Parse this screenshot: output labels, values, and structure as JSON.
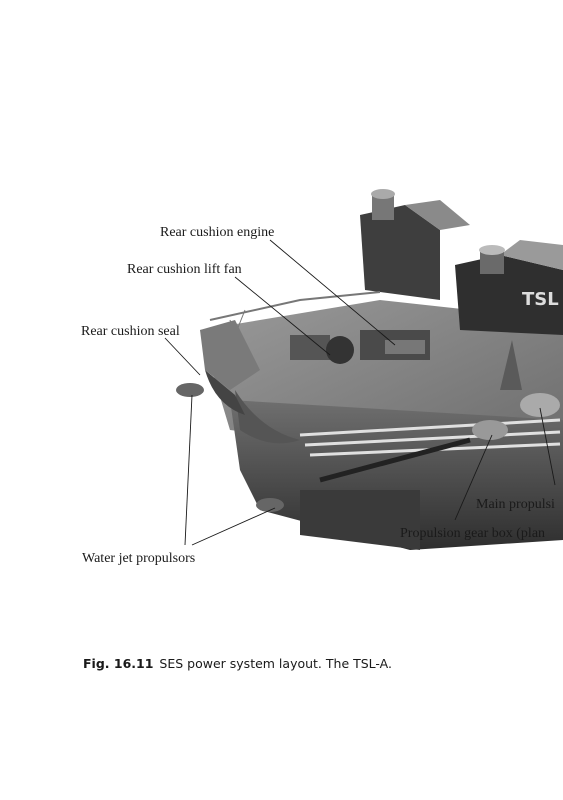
{
  "figure": {
    "labels": {
      "rear_cushion_engine": "Rear cushion engine",
      "rear_cushion_lift_fan": "Rear cushion lift fan",
      "rear_cushion_seal": "Rear cushion seal",
      "main_propulsion": "Main propulsi",
      "propulsion_gear_box": "Propulsion gear box (plan",
      "water_jet_propulsors": "Water jet propulsors"
    },
    "hull_badge": "TSL"
  },
  "caption": {
    "number": "Fig. 16.11",
    "text": "SES power system layout. The TSL-A."
  }
}
